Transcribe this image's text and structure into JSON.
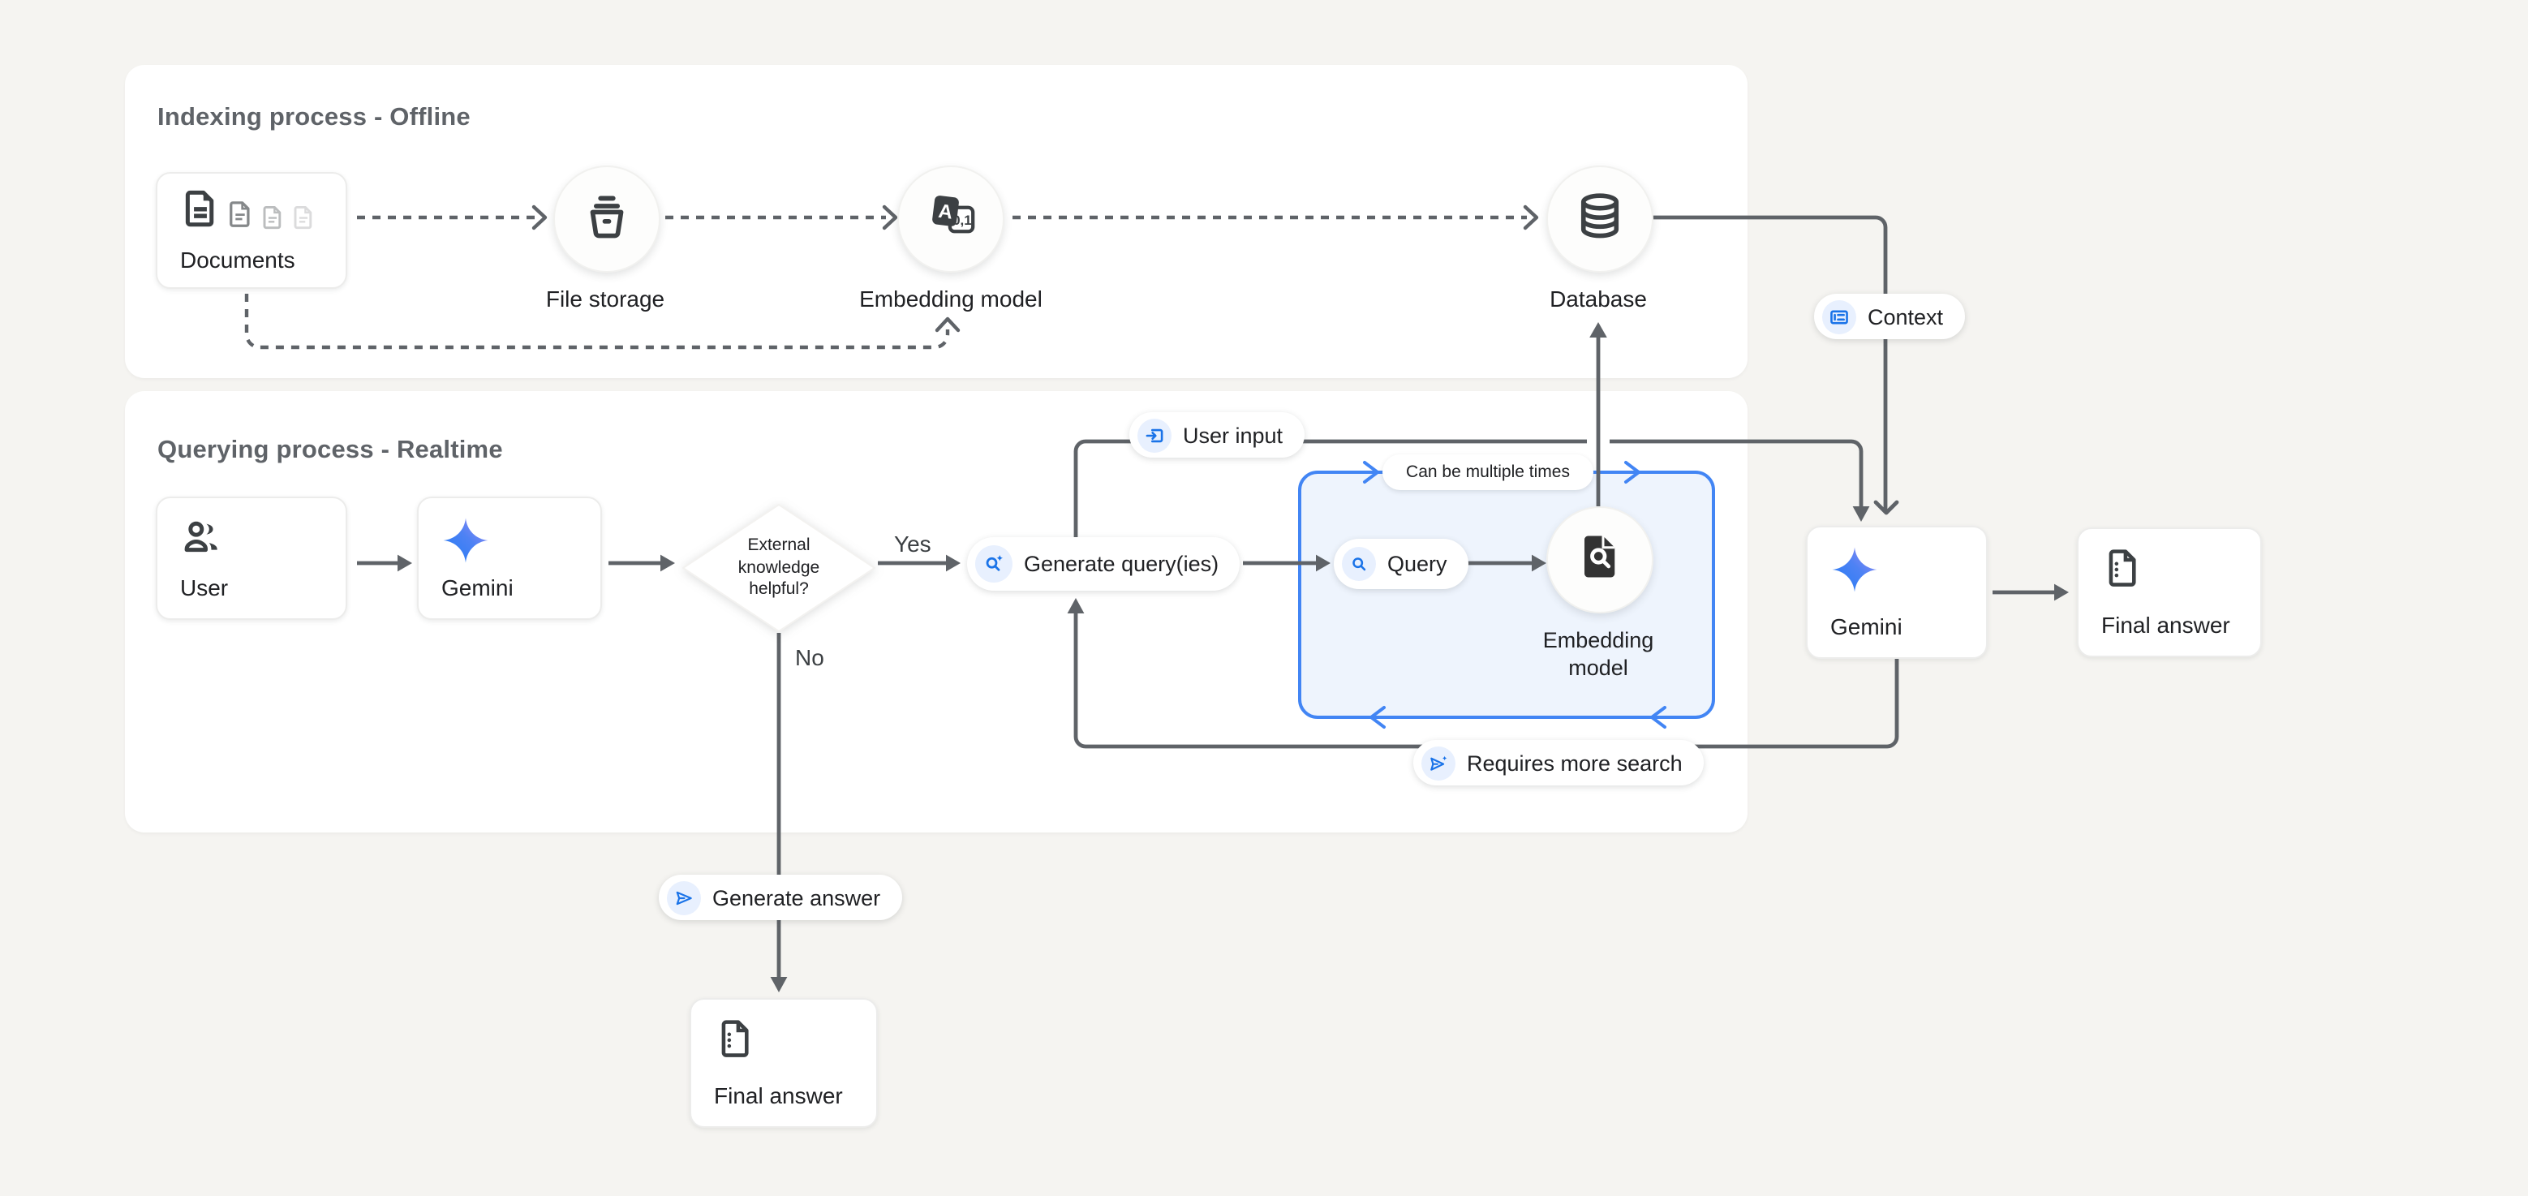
{
  "colors": {
    "background": "#f5f4f1",
    "panel": "#ffffff",
    "accent_blue": "#4285f4",
    "icon_blue": "#1a73e8",
    "badge_icon_bg": "#e8f0fe",
    "connector_gray": "#5f6368",
    "ink": "#202124",
    "title_gray": "#5f6368",
    "loop_box_fill": "#eef4fd"
  },
  "panels": {
    "indexing": {
      "title": "Indexing process - Offline"
    },
    "querying": {
      "title": "Querying process - Realtime"
    }
  },
  "nodes": {
    "documents": {
      "label": "Documents"
    },
    "file_storage": {
      "label": "File storage"
    },
    "embedding_model_offline": {
      "label": "Embedding model"
    },
    "database": {
      "label": "Database"
    },
    "user": {
      "label": "User"
    },
    "gemini": {
      "label": "Gemini"
    },
    "decision": {
      "line1": "External",
      "line2": "knowledge",
      "line3": "helpful?"
    },
    "generate_queries": {
      "label": "Generate query(ies)"
    },
    "query": {
      "label": "Query"
    },
    "embedding_model_query": {
      "line1": "Embedding",
      "line2": "model"
    },
    "gemini_right": {
      "label": "Gemini"
    },
    "final_answer_right": {
      "label": "Final answer"
    },
    "final_answer_bottom": {
      "label": "Final answer"
    }
  },
  "badges": {
    "context": "Context",
    "user_input": "User input",
    "requires_more_search": "Requires more search",
    "generate_answer": "Generate answer"
  },
  "labels": {
    "yes": "Yes",
    "no": "No",
    "loop_note": "Can be multiple times"
  },
  "icons": {
    "documents": "document-stack-icon",
    "file_storage": "storage-bucket-icon",
    "embedding_model": "text-to-vector-icon",
    "database": "database-cylinder-icon",
    "user": "users-icon",
    "gemini": "gemini-spark-icon",
    "query_embedding": "document-search-icon",
    "final_answer": "document-notes-icon",
    "context_badge": "context-panel-icon",
    "user_input_badge": "input-arrow-icon",
    "generate_queries_badge": "search-spark-icon",
    "query_badge": "search-icon",
    "requires_more_search_badge": "send-spark-icon",
    "generate_answer_badge": "send-icon"
  }
}
